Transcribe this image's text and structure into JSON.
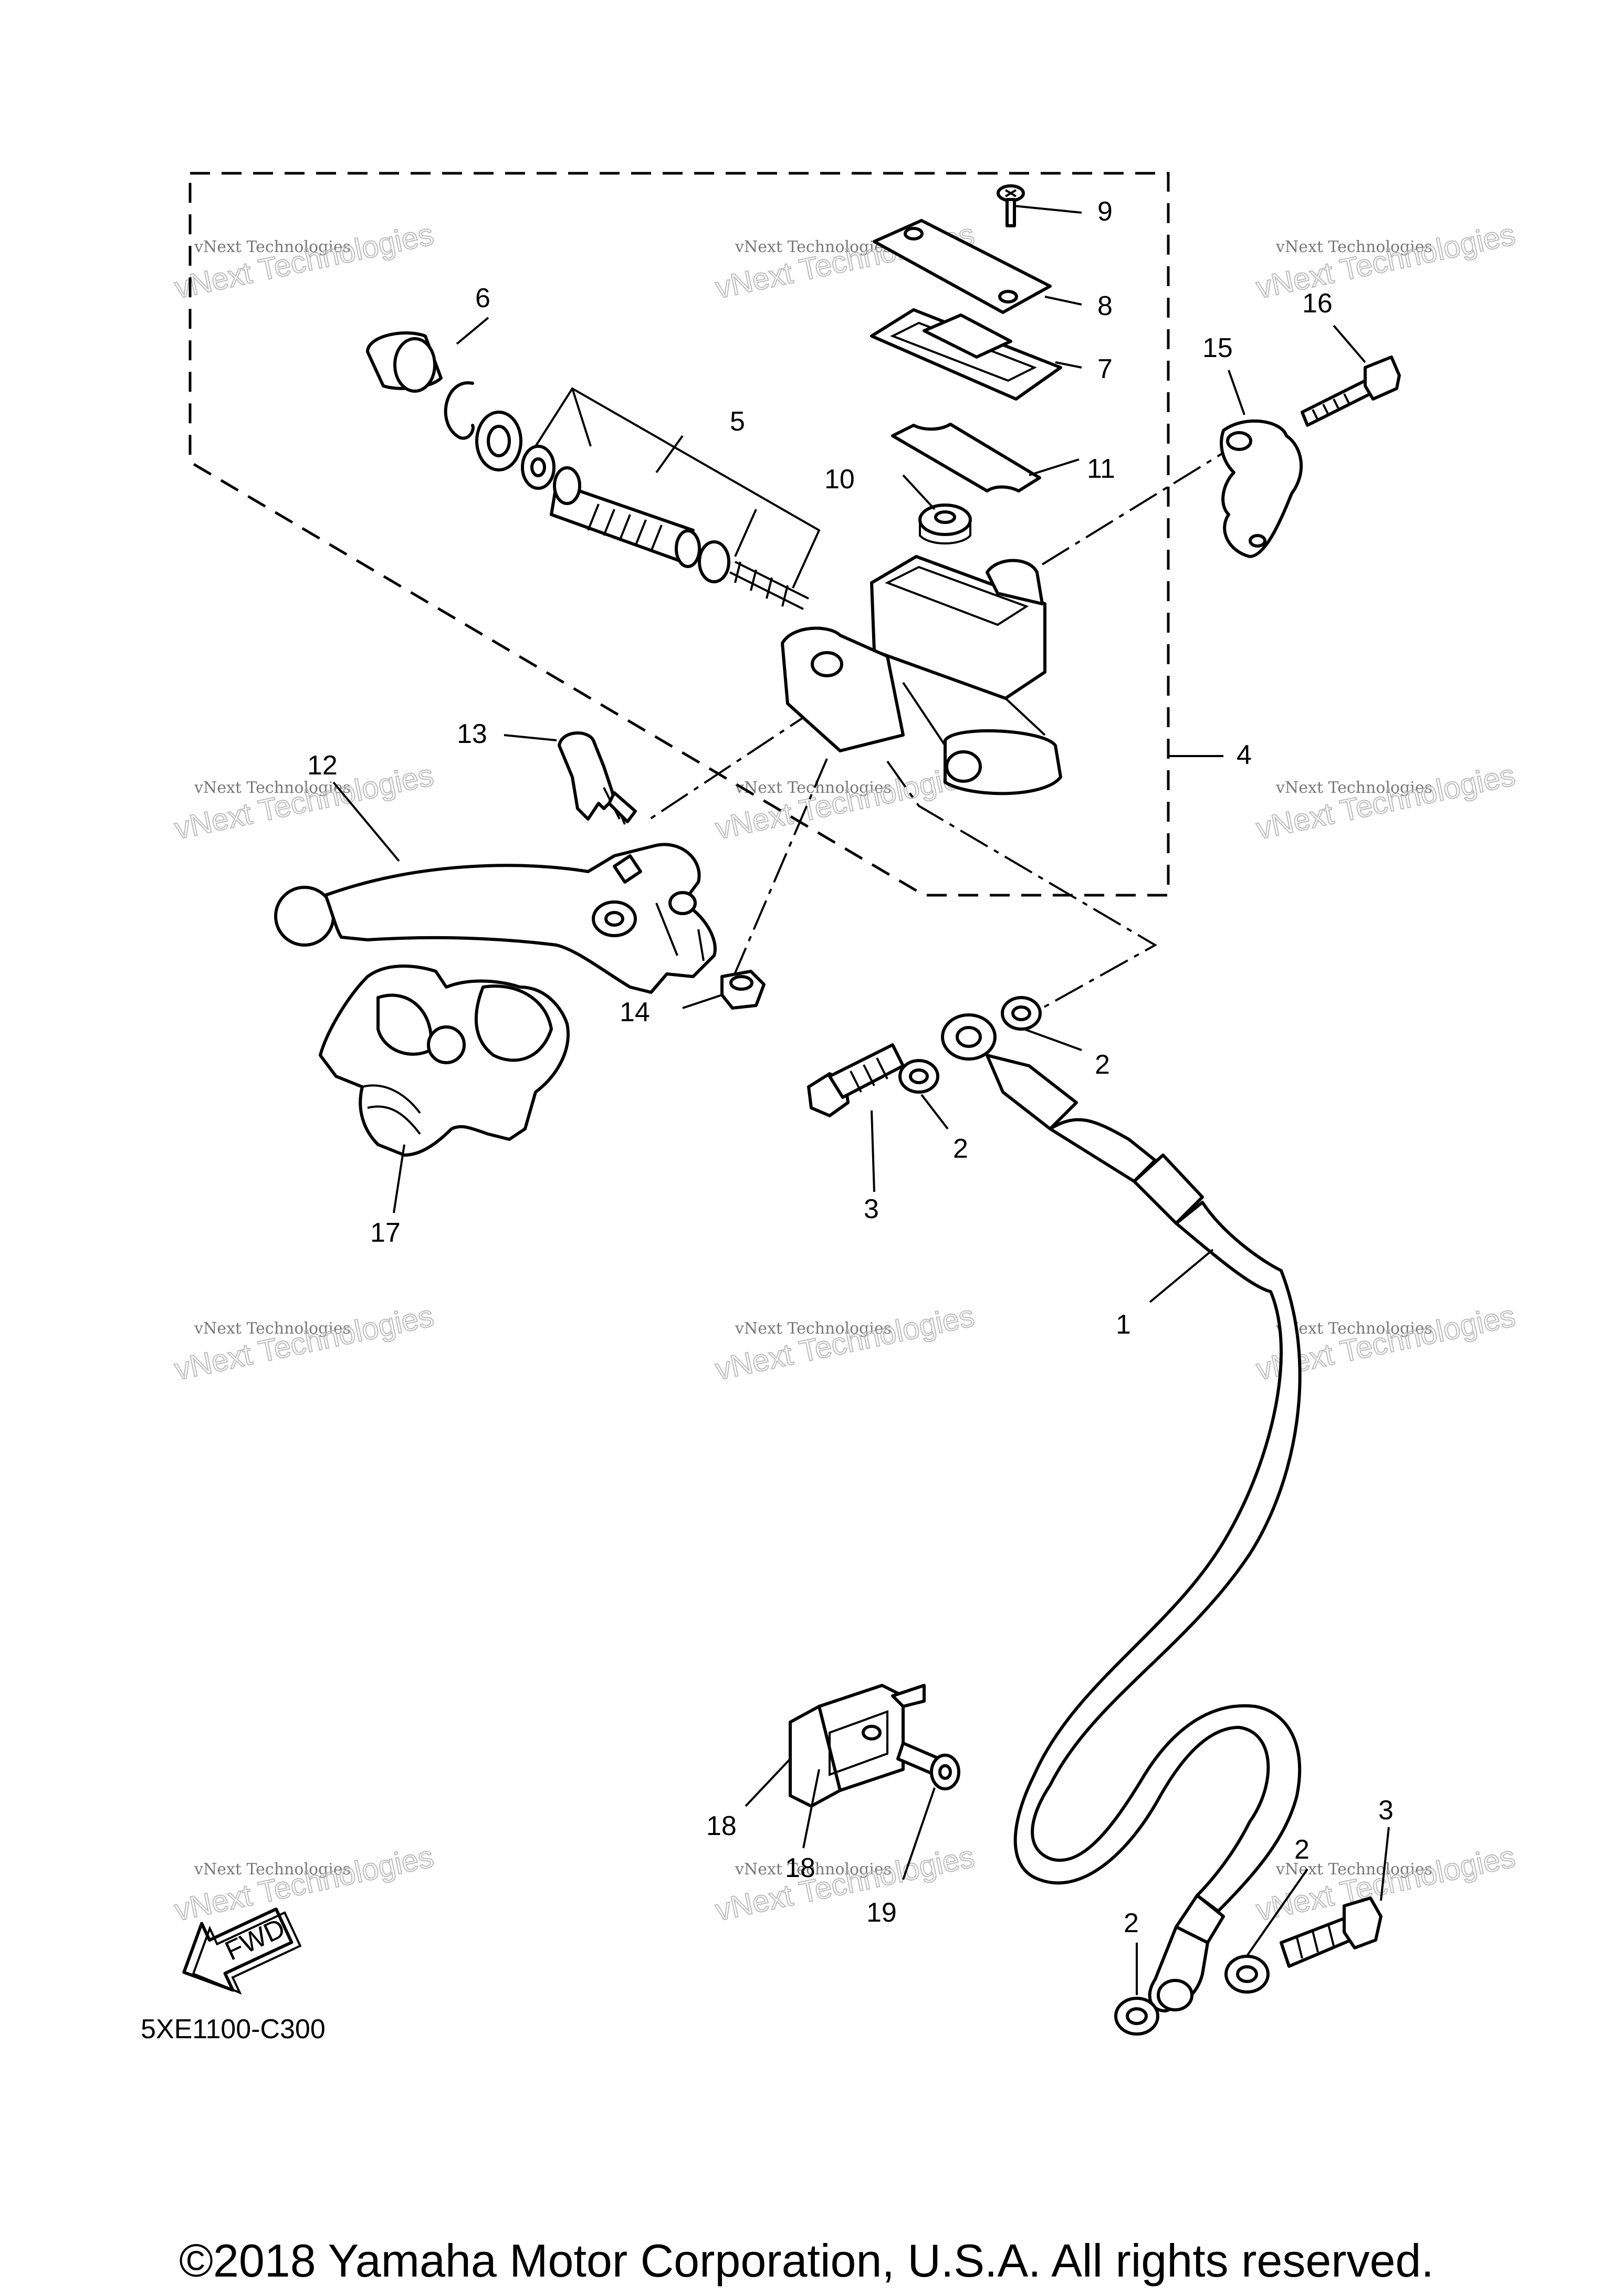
{
  "diagram": {
    "reference_code": "5XE1100-C300",
    "copyright": "©2018 Yamaha Motor Corporation, U.S.A. All rights reserved.",
    "direction_label": "FWD",
    "watermark": {
      "line1": "vNext Technologies",
      "line2": "vNext Technologies"
    },
    "callouts": {
      "c1": "1",
      "c2a": "2",
      "c2b": "2",
      "c2c": "2",
      "c2d": "2",
      "c3a": "3",
      "c3b": "3",
      "c4": "4",
      "c5": "5",
      "c6": "6",
      "c7": "7",
      "c8": "8",
      "c9": "9",
      "c10": "10",
      "c11": "11",
      "c12": "12",
      "c13": "13",
      "c14": "14",
      "c15": "15",
      "c16": "16",
      "c17": "17",
      "c18a": "18",
      "c18b": "18",
      "c19": "19"
    }
  }
}
